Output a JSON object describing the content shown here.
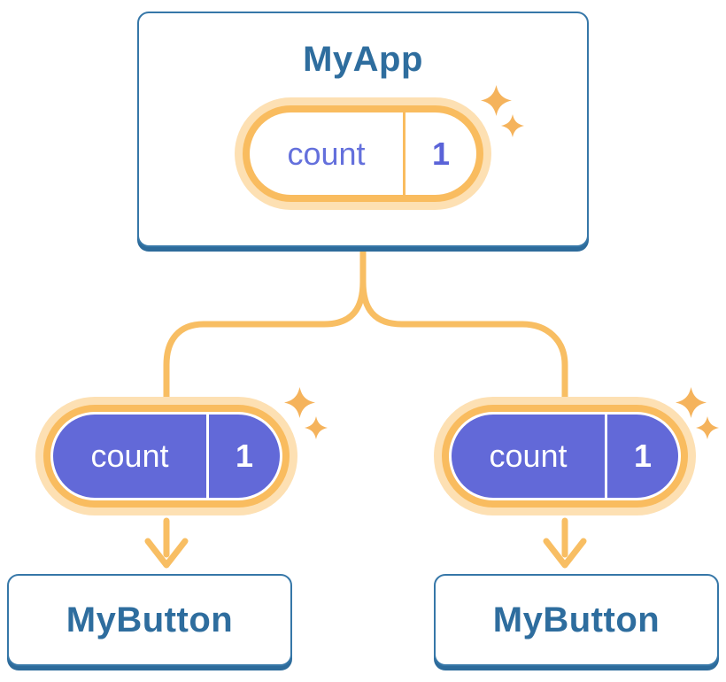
{
  "diagram": {
    "root": {
      "label": "MyApp",
      "state": {
        "name": "count",
        "value": "1"
      }
    },
    "children": [
      {
        "label": "MyButton",
        "state": {
          "name": "count",
          "value": "1"
        }
      },
      {
        "label": "MyButton",
        "state": {
          "name": "count",
          "value": "1"
        }
      }
    ]
  },
  "colors": {
    "background": "#FFFFFF",
    "card_border": "#3677A8",
    "card_shadow": "#2D6B9B",
    "title_text": "#2E6D9E",
    "connector": "#F8BE63",
    "pill_ring_outer": "#FDE0B3",
    "pill_ring": "#F9BC5F",
    "state_fill": "#6269D8",
    "state_name_text": "#6470DC",
    "state_value_text": "#5A63D8",
    "sparkle": "#F5B35C"
  },
  "icons": {
    "sparkle": "four-point-star"
  }
}
